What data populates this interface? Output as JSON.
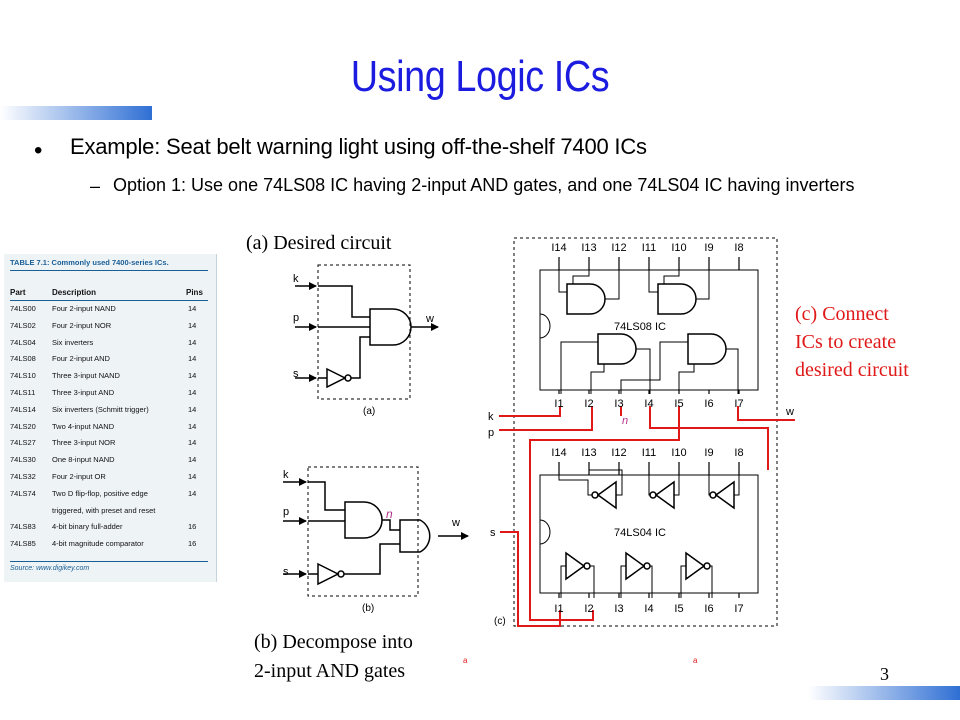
{
  "title": "Using Logic ICs",
  "bullets": {
    "main": "Example: Seat belt warning light using off-the-shelf 7400 ICs",
    "sub": "Option 1: Use one 74LS08 IC having 2-input AND gates, and one 74LS04 IC having inverters"
  },
  "captions": {
    "a": "(a)  Desired circuit",
    "b_line1": "(b) Decompose into",
    "b_line2": "2-input AND gates",
    "c_line1": "(c) Connect",
    "c_line2": "ICs to create",
    "c_line3": "desired circuit"
  },
  "page_number": "3",
  "colors": {
    "title": "#1c1ce0",
    "highlight": "#e01818",
    "table_caption": "#1a5e96",
    "bar_gradient": "#2f6fd4"
  },
  "table": {
    "caption": "TABLE 7.1:  Commonly used 7400-series ICs.",
    "headers": [
      "Part",
      "Description",
      "Pins"
    ],
    "rows": [
      [
        "74LS00",
        "Four 2-input NAND",
        "14"
      ],
      [
        "74LS02",
        "Four 2-input NOR",
        "14"
      ],
      [
        "74LS04",
        "Six inverters",
        "14"
      ],
      [
        "74LS08",
        "Four 2-input AND",
        "14"
      ],
      [
        "74LS10",
        "Three 3-input NAND",
        "14"
      ],
      [
        "74LS11",
        "Three 3-input AND",
        "14"
      ],
      [
        "74LS14",
        "Six inverters (Schmitt trigger)",
        "14"
      ],
      [
        "74LS20",
        "Two 4-input NAND",
        "14"
      ],
      [
        "74LS27",
        "Three 3-input NOR",
        "14"
      ],
      [
        "74LS30",
        "One 8-input NAND",
        "14"
      ],
      [
        "74LS32",
        "Four 2-input OR",
        "14"
      ],
      [
        "74LS74",
        "Two D flip-flop, positive edge",
        "14"
      ],
      [
        "",
        "triggered, with preset and reset",
        ""
      ],
      [
        "74LS83",
        "4-bit binary full-adder",
        "16"
      ],
      [
        "74LS85",
        "4-bit magnitude comparator",
        "16"
      ]
    ],
    "source": "Source: www.digikey.com"
  },
  "circuit_a": {
    "inputs": [
      "k",
      "p",
      "s"
    ],
    "output": "w",
    "label": "(a)"
  },
  "circuit_b": {
    "inputs": [
      "k",
      "p",
      "s"
    ],
    "output": "w",
    "internal": "n",
    "label": "(b)"
  },
  "circuit_c": {
    "label": "(c)",
    "ic1": {
      "name": "74LS08 IC",
      "top_pins": [
        "I14",
        "I13",
        "I12",
        "I11",
        "I10",
        "I9",
        "I8"
      ],
      "bottom_pins": [
        "I1",
        "I2",
        "I3",
        "I4",
        "I5",
        "I6",
        "I7"
      ]
    },
    "ic2": {
      "name": "74LS04 IC",
      "top_pins": [
        "I14",
        "I13",
        "I12",
        "I11",
        "I10",
        "I9",
        "I8"
      ],
      "bottom_pins": [
        "I1",
        "I2",
        "I3",
        "I4",
        "I5",
        "I6",
        "I7"
      ]
    },
    "signals": {
      "k": "k",
      "p": "p",
      "s": "s",
      "w": "w",
      "n": "n"
    }
  },
  "tiny_marks": [
    "a",
    "a"
  ]
}
